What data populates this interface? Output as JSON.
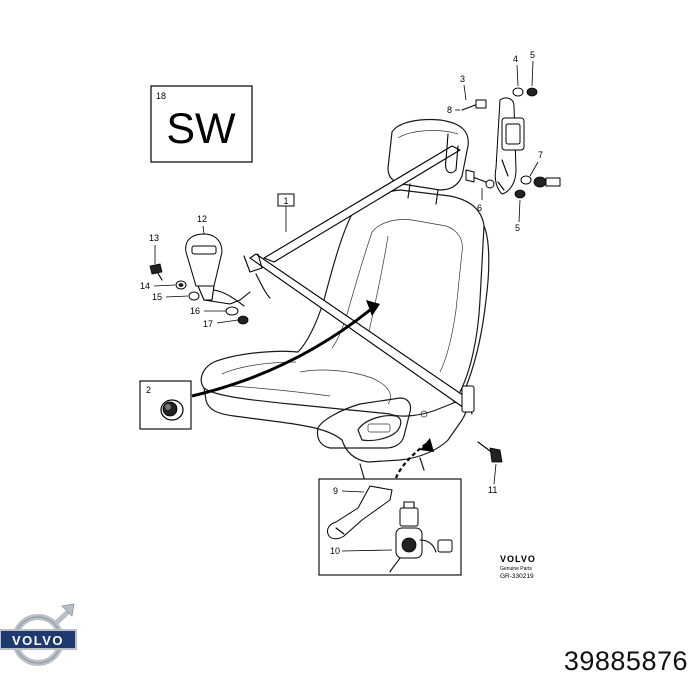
{
  "sw_box": {
    "number": "18",
    "text": "SW"
  },
  "callouts": {
    "c1": "1",
    "c2": "2",
    "c3": "3",
    "c4": "4",
    "c5a": "5",
    "c5b": "5",
    "c6": "6",
    "c7": "7",
    "c8": "8",
    "c9": "9",
    "c10": "10",
    "c11": "11",
    "c12": "12",
    "c13": "13",
    "c14": "14",
    "c15": "15",
    "c16": "16",
    "c17": "17"
  },
  "brand_stamp": {
    "brand": "VOLVO",
    "subtitle": "Genuine Parts",
    "code": "GR-330219"
  },
  "footer": {
    "logo_text": "VOLVO",
    "part_number": "39885876"
  },
  "colors": {
    "ink": "#000000",
    "logo_blue": "#1f3a6e",
    "logo_silver": "#b9bfc6"
  }
}
